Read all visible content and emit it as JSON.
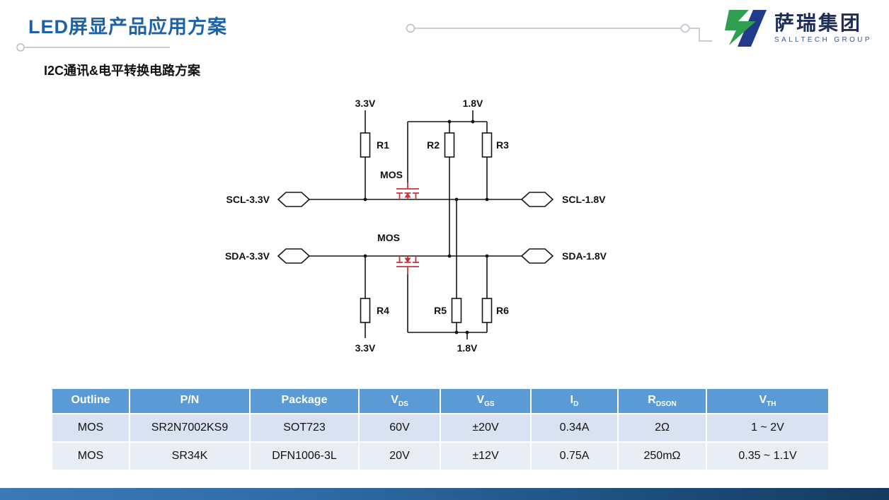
{
  "page": {
    "title": "LED屏显产品应用方案",
    "subtitle": "I2C通讯&电平转换电路方案"
  },
  "logo": {
    "name": "萨瑞集团",
    "subname": "SALLTECH GROUP"
  },
  "colors": {
    "title_blue": "#1d61a8",
    "table_header_blue": "#5b9bd5",
    "row_band_a": "#d9e2f0",
    "row_band_b": "#e9eef6",
    "mos_red": "#c9353b",
    "logo_green": "#2f9e4f",
    "logo_navy": "#203a8c",
    "bottom_bar_gradient_start": "#3a7ab8",
    "bottom_bar_gradient_end": "#143a5e"
  },
  "diagram": {
    "supply_top_left": "3.3V",
    "supply_top_right": "1.8V",
    "supply_bottom_left": "3.3V",
    "supply_bottom_right": "1.8V",
    "mos_label": "MOS",
    "resistors": {
      "r1": "R1",
      "r2": "R2",
      "r3": "R3",
      "r4": "R4",
      "r5": "R5",
      "r6": "R6"
    },
    "ports": {
      "scl_33": "SCL-3.3V",
      "scl_18": "SCL-1.8V",
      "sda_33": "SDA-3.3V",
      "sda_18": "SDA-1.8V"
    }
  },
  "table": {
    "columns": [
      {
        "label": "Outline",
        "sub": ""
      },
      {
        "label": "P/N",
        "sub": ""
      },
      {
        "label": "Package",
        "sub": ""
      },
      {
        "label": "V",
        "sub": "DS"
      },
      {
        "label": "V",
        "sub": "GS"
      },
      {
        "label": "I",
        "sub": "D"
      },
      {
        "label": "R",
        "sub": "DSON"
      },
      {
        "label": "V",
        "sub": "TH"
      }
    ],
    "rows": [
      [
        "MOS",
        "SR2N7002KS9",
        "SOT723",
        "60V",
        "±20V",
        "0.34A",
        "2Ω",
        "1 ~ 2V"
      ],
      [
        "MOS",
        "SR34K",
        "DFN1006-3L",
        "20V",
        "±12V",
        "0.75A",
        "250mΩ",
        "0.35 ~ 1.1V"
      ]
    ]
  }
}
